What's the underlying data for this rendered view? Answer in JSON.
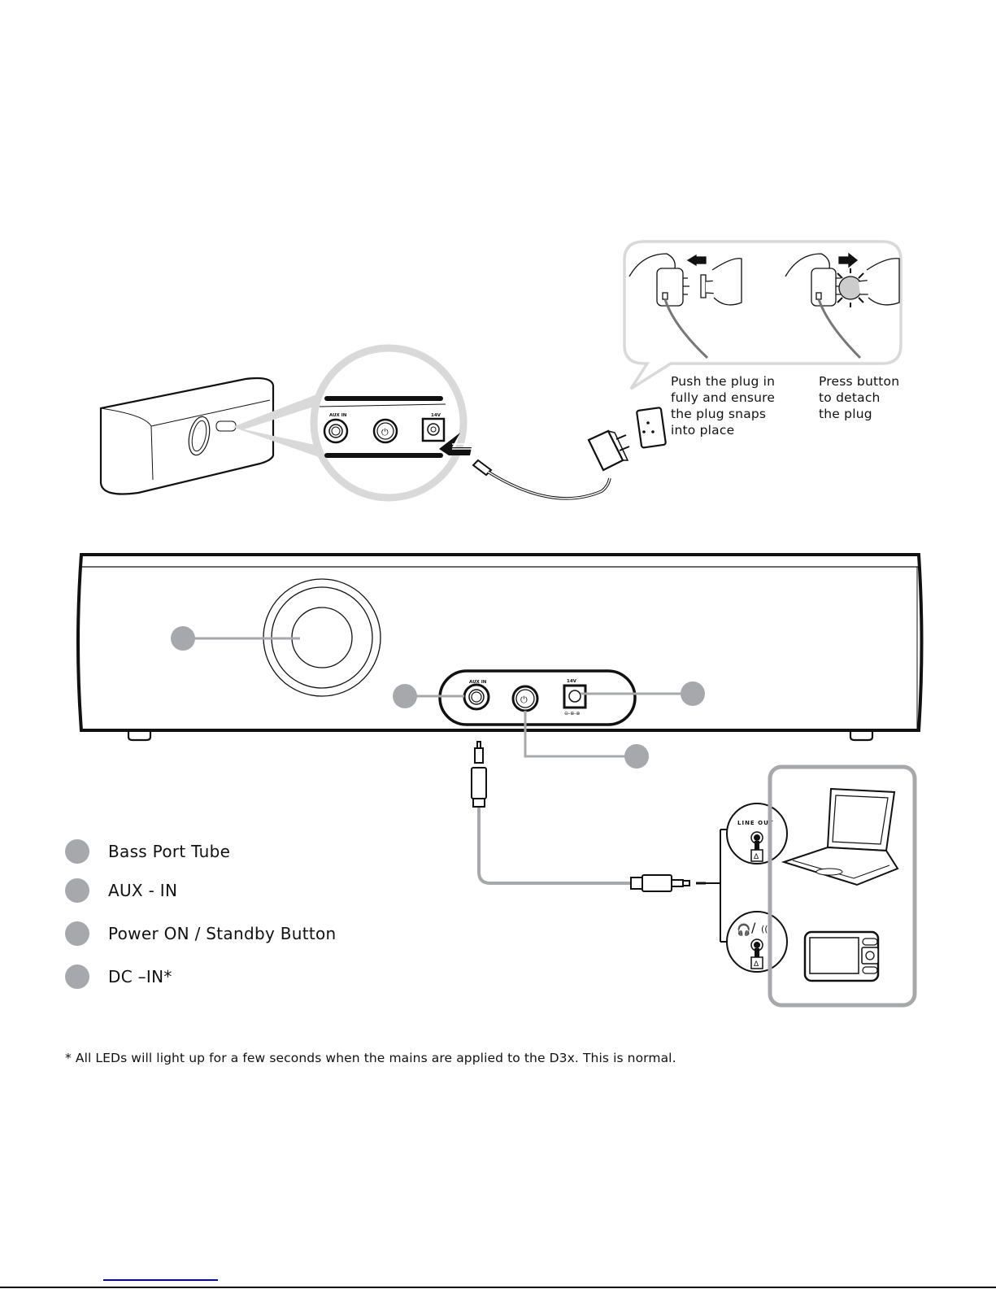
{
  "connection_diagram": {
    "plug_instructions": {
      "attach_caption": [
        "Push the plug in",
        "fully and ensure",
        "the plug snaps",
        "into place"
      ],
      "detach_caption": [
        "Press button",
        "to detach",
        "the plug"
      ]
    },
    "panel_labels": {
      "aux_in": "AUX IN",
      "dc_rating": "14V",
      "line_out": "LINE OUT"
    }
  },
  "legend": {
    "items": [
      {
        "label": "Bass Port Tube",
        "icon": "callout-dot"
      },
      {
        "label": "AUX - IN",
        "icon": "callout-dot"
      },
      {
        "label": "Power ON / Standby Button",
        "icon": "callout-dot"
      },
      {
        "label": "DC –IN*",
        "icon": "callout-dot"
      }
    ]
  },
  "footnote": "* All LEDs will light up for a few seconds when the mains are applied to the D3x. This is normal.",
  "colors": {
    "callout_gray": "#a7a8ab",
    "bubble_gray": "#d9d9d9",
    "line_black": "#111111",
    "link_blue": "#0000cc"
  }
}
